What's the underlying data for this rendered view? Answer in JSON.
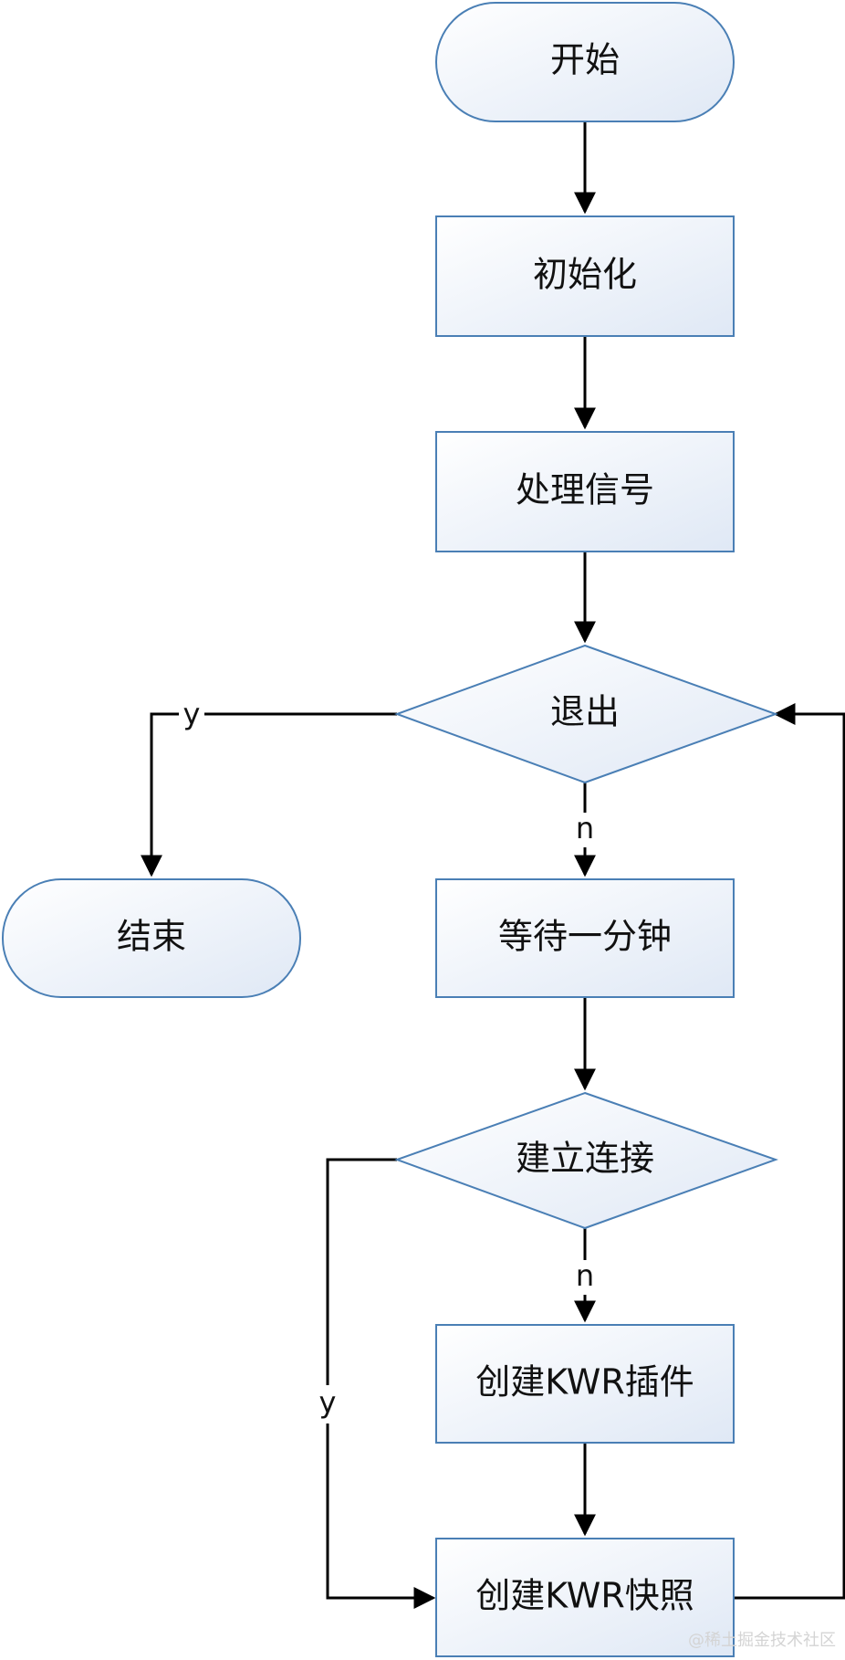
{
  "nodes": {
    "start": "开始",
    "init": "初始化",
    "handle_signal": "处理信号",
    "exit_check": "退出",
    "end": "结束",
    "wait": "等待一分钟",
    "connect_check": "建立连接",
    "create_plugin": "创建KWR插件",
    "create_snapshot": "创建KWR快照"
  },
  "edges": {
    "exit_yes": "y",
    "exit_no": "n",
    "connect_no": "n",
    "connect_yes": "y"
  },
  "watermark": "@稀土掘金技术社区",
  "colors": {
    "shape_stroke": "#4a7fb5",
    "shape_fill_top": "#ffffff",
    "shape_fill_bottom": "#dfe8f5",
    "line": "#000000"
  }
}
